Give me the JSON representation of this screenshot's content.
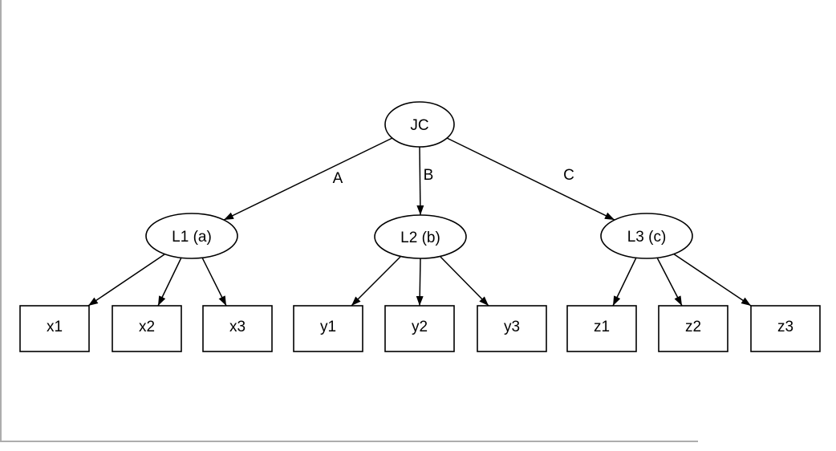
{
  "window": {
    "background": "#ffffff",
    "frame_color": "#adadad"
  },
  "diagram": {
    "type": "directed-graph",
    "ink_color": "#000000",
    "node_fill": "#ffffff",
    "nodes": {
      "jc": "JC",
      "l1": "L1 (a)",
      "l2": "L2 (b)",
      "l3": "L3 (c)",
      "x1": "x1",
      "x2": "x2",
      "x3": "x3",
      "y1": "y1",
      "y2": "y2",
      "y3": "y3",
      "z1": "z1",
      "z2": "z2",
      "z3": "z3"
    },
    "edge_labels": {
      "a": "A",
      "b": "B",
      "c": "C"
    },
    "edges": [
      {
        "from": "JC",
        "to": "L1 (a)",
        "label": "A"
      },
      {
        "from": "JC",
        "to": "L2 (b)",
        "label": "B"
      },
      {
        "from": "JC",
        "to": "L3 (c)",
        "label": "C"
      },
      {
        "from": "L1 (a)",
        "to": "x1"
      },
      {
        "from": "L1 (a)",
        "to": "x2"
      },
      {
        "from": "L1 (a)",
        "to": "x3"
      },
      {
        "from": "L2 (b)",
        "to": "y1"
      },
      {
        "from": "L2 (b)",
        "to": "y2"
      },
      {
        "from": "L2 (b)",
        "to": "y3"
      },
      {
        "from": "L3 (c)",
        "to": "z1"
      },
      {
        "from": "L3 (c)",
        "to": "z2"
      },
      {
        "from": "L3 (c)",
        "to": "z3"
      }
    ]
  }
}
